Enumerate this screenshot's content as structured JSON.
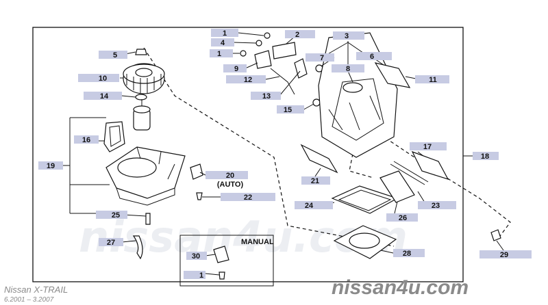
{
  "callouts": [
    "1",
    "4",
    "1",
    "2",
    "3",
    "5",
    "7",
    "6",
    "8",
    "9",
    "10",
    "11",
    "12",
    "13",
    "14",
    "15",
    "16",
    "17",
    "18",
    "19",
    "20",
    "21",
    "22",
    "23",
    "24",
    "25",
    "26",
    "27",
    "28",
    "29",
    "30",
    "1"
  ],
  "auto_label": "(AUTO)",
  "manual_label": "MANUAL",
  "footer": {
    "model": "Nissan  X-TRAIL",
    "period": "6.2001 – 3.2007",
    "site": "nissan4u.com"
  },
  "watermark": "nissan4u.com",
  "colors": {
    "callout_bg": "#c7cbe3",
    "line": "#111111",
    "watermark": "#eceef2"
  }
}
